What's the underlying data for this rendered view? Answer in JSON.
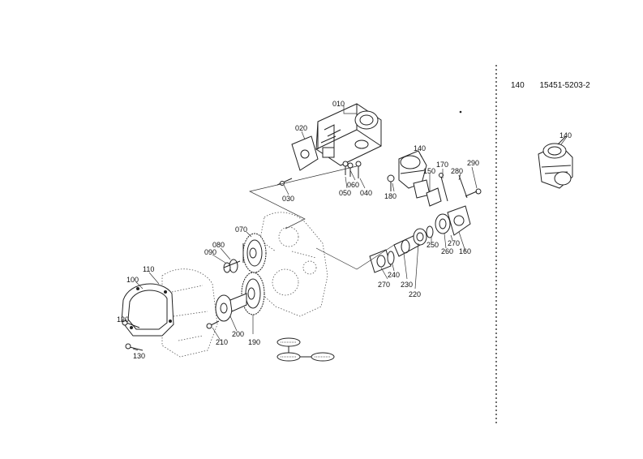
{
  "header": {
    "ref_number": "140",
    "part_number": "15451-5203-2"
  },
  "callouts": [
    {
      "label": "010"
    },
    {
      "label": "020"
    },
    {
      "label": "030"
    },
    {
      "label": "040"
    },
    {
      "label": "050"
    },
    {
      "label": "060"
    },
    {
      "label": "070"
    },
    {
      "label": "080"
    },
    {
      "label": "090"
    },
    {
      "label": "100"
    },
    {
      "label": "110"
    },
    {
      "label": "120"
    },
    {
      "label": "130"
    },
    {
      "label": "140"
    },
    {
      "label": "150"
    },
    {
      "label": "160"
    },
    {
      "label": "170"
    },
    {
      "label": "180"
    },
    {
      "label": "190"
    },
    {
      "label": "200"
    },
    {
      "label": "210"
    },
    {
      "label": "220"
    },
    {
      "label": "230"
    },
    {
      "label": "240"
    },
    {
      "label": "250"
    },
    {
      "label": "260"
    },
    {
      "label": "270"
    },
    {
      "label": "270"
    },
    {
      "label": "280"
    },
    {
      "label": "290"
    }
  ],
  "inset": {
    "label": "140"
  }
}
